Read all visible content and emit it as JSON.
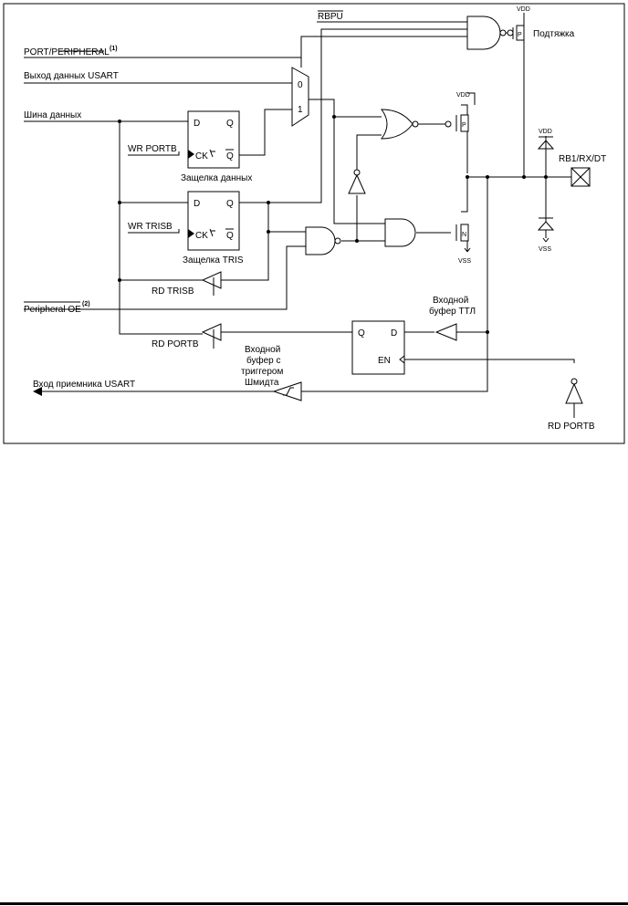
{
  "labels": {
    "rbpu": "RBPU",
    "vdd": "VDD",
    "vss": "VSS",
    "pullup": "Подтяжка",
    "port_peripheral": "PORT/PERIPHERAL",
    "note1": "(1)",
    "usart_data_out": "Выход данных USART",
    "data_bus": "Шина данных",
    "wr_portb": "WR PORTB",
    "data_latch": "Защелка данных",
    "wr_trisb": "WR TRISB",
    "tris_latch": "Защелка TRIS",
    "rd_trisb": "RD TRISB",
    "peripheral_oe": "Peripheral OE",
    "note2": "(2)",
    "rd_portb": "RD PORTB",
    "rd_portb_bottom": "RD PORTB",
    "ttl_buffer": [
      "Входной",
      "буфер ТТЛ"
    ],
    "schmitt_buffer": [
      "Входной",
      "буфер с",
      "триггером",
      "Шмидта"
    ],
    "usart_rx_in": "Вход приемника USART",
    "pin": "RB1/RX/DT",
    "mux_0": "0",
    "mux_1": "1",
    "p": "P",
    "n": "N",
    "d": "D",
    "q": "Q",
    "ck": "CK",
    "qbar": "Q",
    "en": "EN"
  }
}
